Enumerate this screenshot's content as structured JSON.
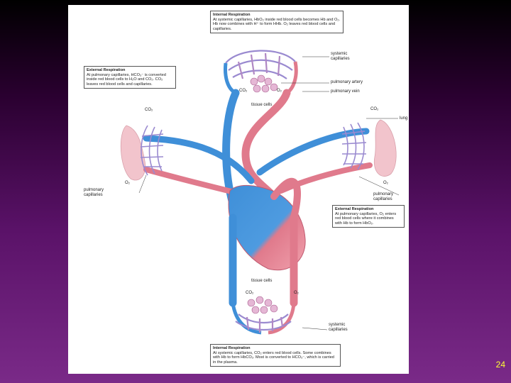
{
  "page_number": "24",
  "boxes": {
    "internal_top": {
      "title": "Internal Respiration",
      "body": "At systemic capillaries, HbO₂ inside red blood cells becomes Hb and O₂. Hb now combines with H⁺ to form HHb. O₂ leaves red blood cells and capillaries."
    },
    "external_left": {
      "title": "External Respiration",
      "body": "At pulmonary capillaries, HCO₃⁻ is converted inside red blood cells to H₂O and CO₂. CO₂ leaves red blood cells and capillaries."
    },
    "external_right": {
      "title": "External Respiration",
      "body": "At pulmonary capillaries, O₂ enters red blood cells where it combines with Hb to form HbO₂."
    },
    "internal_bottom": {
      "title": "Internal Respiration",
      "body": "At systemic capillaries, CO₂ enters red blood cells. Some combines with Hb to form HbCO₂. Most is converted to HCO₃⁻, which is carried in the plasma."
    }
  },
  "labels": {
    "systemic_top": "systemic capillaries",
    "pulmonary_artery": "pulmonary artery",
    "pulmonary_vein": "pulmonary vein",
    "lung": "lung",
    "pulmonary_left": "pulmonary capillaries",
    "pulmonary_right": "pulmonary capillaries",
    "tissue_top": "tissue cells",
    "tissue_bottom": "tissue cells",
    "systemic_bottom": "systemic capillaries"
  },
  "gases": {
    "co2": "CO₂",
    "o2": "O₂"
  },
  "colors": {
    "oxygenated": "#e07a8c",
    "deoxygenated": "#3f8fd8",
    "capillary_mix": "#9a8ad0",
    "lung": "#f2c4cc"
  }
}
